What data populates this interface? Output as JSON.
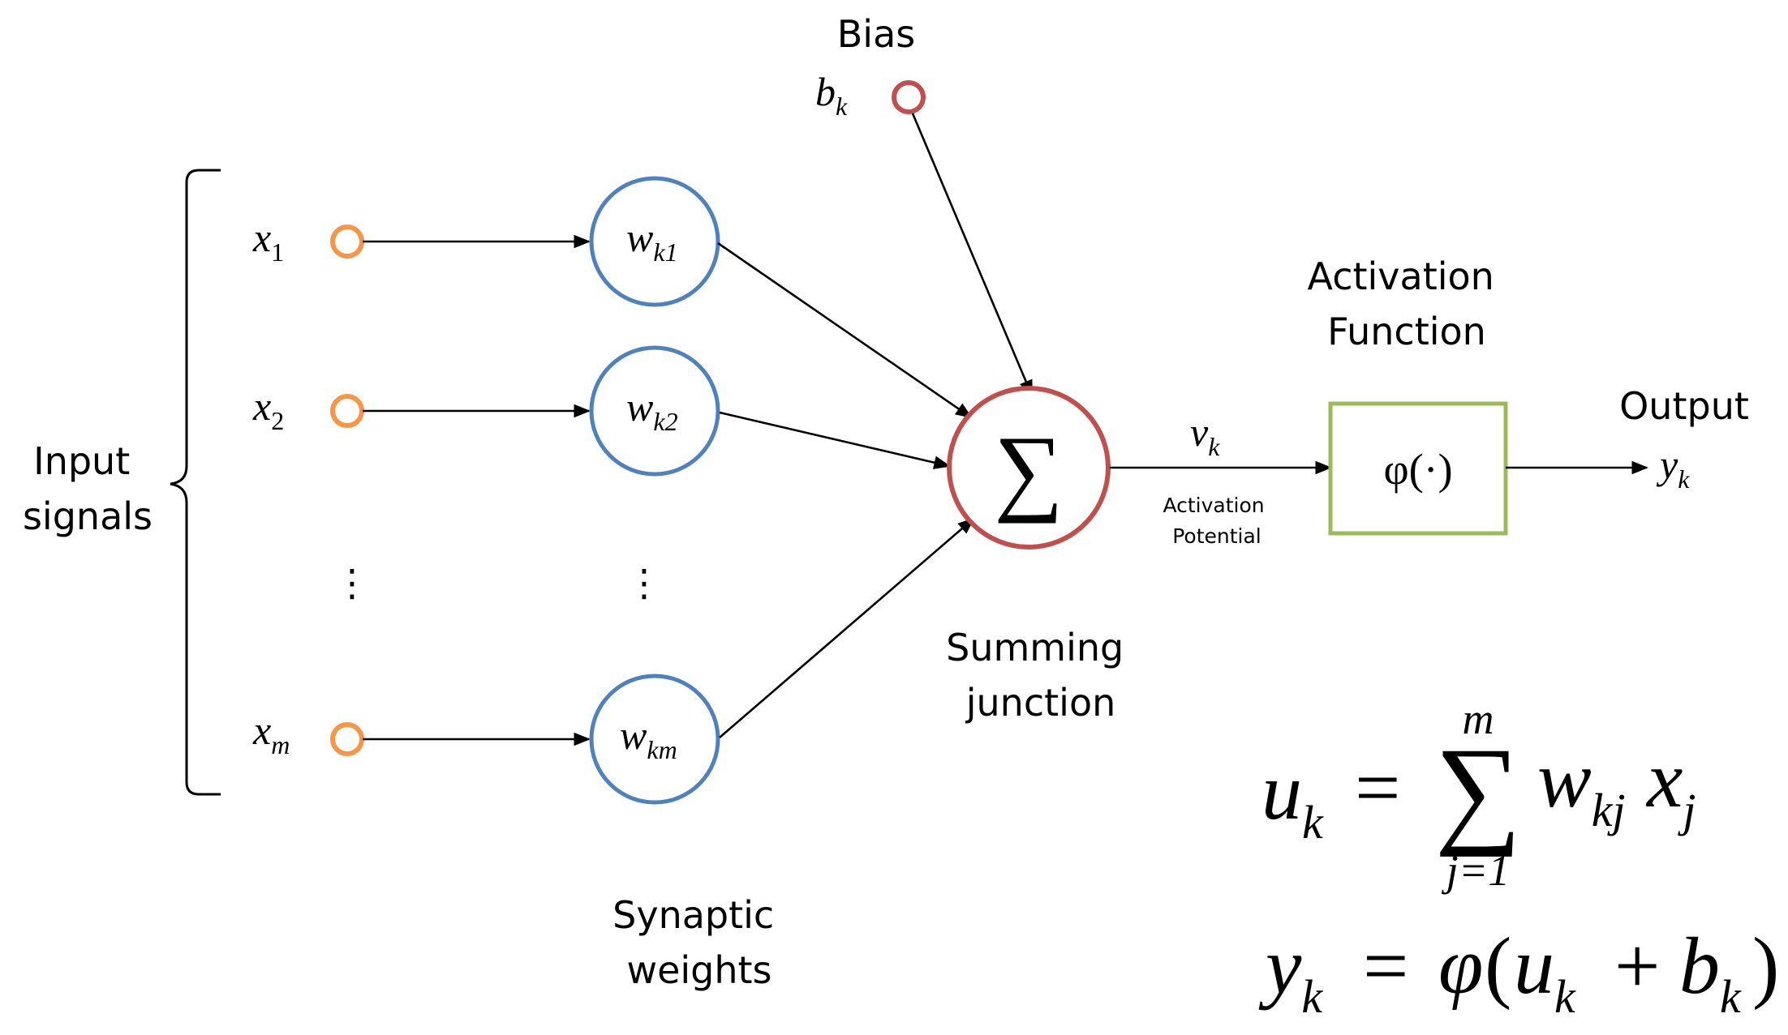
{
  "labels": {
    "bias_title": "Bias",
    "bias_symbol": "b",
    "bias_sub": "k",
    "input_signals_line1": "Input",
    "input_signals_line2": "signals",
    "synaptic_line1": "Synaptic",
    "synaptic_line2": "weights",
    "summing_line1": "Summing",
    "summing_line2": "junction",
    "activation_fn_line1": "Activation",
    "activation_fn_line2": "Function",
    "output_title": "Output",
    "potential_symbol": "v",
    "potential_sub": "k",
    "potential_line1": "Activation",
    "potential_line2": "Potential",
    "sum_symbol": "∑",
    "phi_box": "φ(·)",
    "output_symbol": "y",
    "output_sub": "k",
    "vertical_dots": "⋮"
  },
  "inputs": [
    {
      "symbol": "x",
      "sub": "1"
    },
    {
      "symbol": "x",
      "sub": "2"
    },
    {
      "symbol": "x",
      "sub": "m"
    }
  ],
  "weights": [
    {
      "symbol": "w",
      "sub": "k1"
    },
    {
      "symbol": "w",
      "sub": "k2"
    },
    {
      "symbol": "w",
      "sub": "km"
    }
  ],
  "equations": {
    "eq1_lhs": "u",
    "eq1_lhs_sub": "k",
    "eq1_equals": "=",
    "eq1_sum": "∑",
    "eq1_upper": "m",
    "eq1_lower": "j=1",
    "eq1_w": "w",
    "eq1_w_sub": "kj",
    "eq1_x": "x",
    "eq1_x_sub": "j",
    "eq2_lhs": "y",
    "eq2_lhs_sub": "k",
    "eq2_equals": "=",
    "eq2_phi": "φ",
    "eq2_open": "(",
    "eq2_u": "u",
    "eq2_u_sub": "k",
    "eq2_plus": "+",
    "eq2_b": "b",
    "eq2_b_sub": "k",
    "eq2_close": ")"
  },
  "colors": {
    "input_node": "#F79646",
    "weight_node": "#4F81BD",
    "bias_node": "#C0504D",
    "sum_node": "#C0504D",
    "activation_box": "#9BBB59",
    "arrow": "#000000"
  }
}
